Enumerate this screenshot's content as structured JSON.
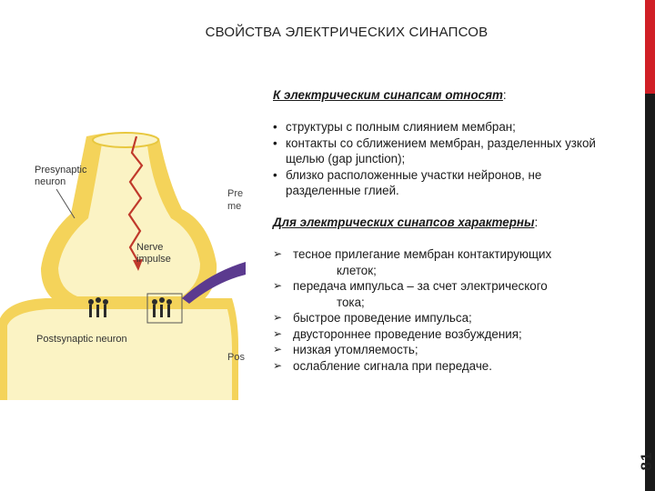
{
  "slide": {
    "title": "СВОЙСТВА ЭЛЕКТРИЧЕСКИХ СИНАПСОВ",
    "page_number": "81"
  },
  "figure": {
    "presynaptic_label_1": "Presynaptic",
    "presynaptic_label_2": "neuron",
    "nerve_impulse_label_1": "Nerve",
    "nerve_impulse_label_2": "impulse",
    "postsynaptic_label": "Postsynaptic neuron",
    "cut_text_1": "Pre",
    "cut_text_2": "me",
    "cut_text_3": "Pos",
    "colors": {
      "membrane": "#f4d35a",
      "cytoplasm": "#fbf3c4",
      "impulse": "#c0392b",
      "pointer": "#5b3a8f"
    }
  },
  "content": {
    "section1": {
      "heading": "К электрическим синапсам относят",
      "heading_tail": ":",
      "items": [
        "структуры с полным слиянием мембран;",
        "контакты со сближением мембран, разделенных узкой щелью (gap junction);",
        "близко расположенные участки нейронов, не разделенные глией."
      ]
    },
    "section2": {
      "heading": "Для электрических  синапсов характерны",
      "heading_tail": ":",
      "items": [
        {
          "line1": "тесное прилегание мембран контактирующих",
          "line2": "клеток;"
        },
        {
          "line1": "передача импульса – за счет электрического",
          "line2": "тока;"
        },
        {
          "line1": "быстрое проведение импульса;"
        },
        {
          "line1": "двустороннее проведение возбуждения;"
        },
        {
          "line1": "низкая утомляемость;"
        },
        {
          "line1": "ослабление сигнала при передаче."
        }
      ]
    }
  }
}
